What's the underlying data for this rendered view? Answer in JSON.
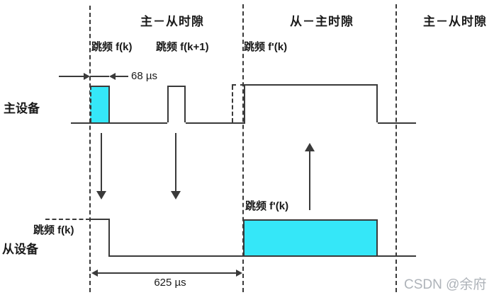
{
  "colors": {
    "pulse_fill": "#35e7f8",
    "line": "#3a3a3a",
    "text": "#1a1a1a",
    "watermark_text": "#aeb3b9"
  },
  "slots": [
    {
      "label": "主－从时隙"
    },
    {
      "label": "从－主时隙"
    },
    {
      "label": "主－从时隙"
    }
  ],
  "master": {
    "device_label": "主设备",
    "hop1_label": "跳频 f(k)",
    "hop2_label": "跳频 f(k+1)",
    "hop3_label": "跳频 f'(k)"
  },
  "slave": {
    "device_label": "从设备",
    "hop1_label": "跳频 f(k)",
    "hop2_label": "跳频 f'(k)"
  },
  "dimensions": {
    "tx_width_label": "68 µs",
    "slot_width_label": "625 µs"
  },
  "watermark": "CSDN @余府"
}
